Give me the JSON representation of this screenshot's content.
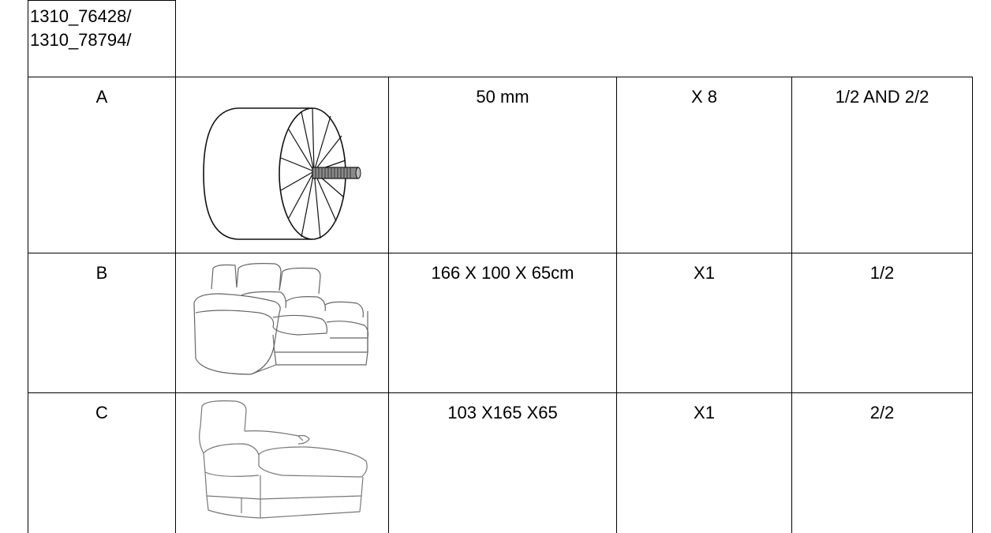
{
  "header": {
    "ref_lines": [
      "1310_76428/",
      "1310_78794/"
    ]
  },
  "parts": [
    {
      "label": "A",
      "icon": "leg-foot-icon",
      "dimensions": "50 mm",
      "quantity": "X 8",
      "box": "1/2 AND 2/2"
    },
    {
      "label": "B",
      "icon": "sofa-section-icon",
      "dimensions": "166 X 100 X 65cm",
      "quantity": "X1",
      "box": "1/2"
    },
    {
      "label": "C",
      "icon": "chaise-section-icon",
      "dimensions": "103 X165 X65",
      "quantity": "X1",
      "box": "2/2"
    }
  ]
}
